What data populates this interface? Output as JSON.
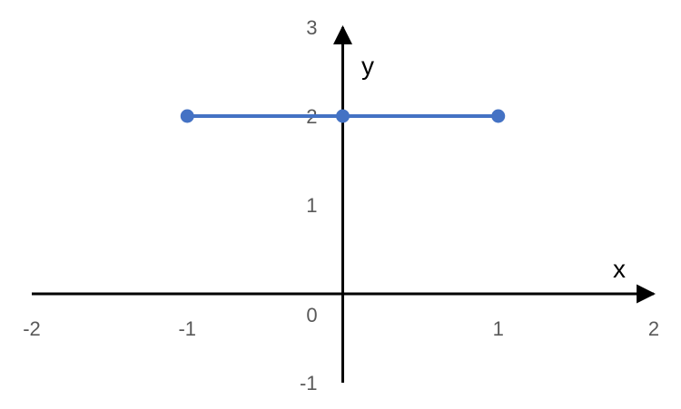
{
  "chart_data": {
    "type": "line",
    "title": "",
    "xlabel": "x",
    "ylabel": "y",
    "xlim": [
      -2,
      2
    ],
    "ylim": [
      -1,
      3
    ],
    "grid": false,
    "legend": "none",
    "x_ticks": [
      -2,
      -1,
      0,
      1,
      2
    ],
    "y_ticks": [
      -1,
      1,
      2,
      3
    ],
    "x_tick_labels": [
      "-2",
      "-1",
      "0",
      "1",
      "2"
    ],
    "y_tick_labels": [
      "-1",
      "1",
      "2",
      "3"
    ],
    "series": [
      {
        "x": [
          -1,
          0,
          1
        ],
        "y": [
          2,
          2,
          2
        ],
        "color": "#4472C4",
        "markers": true
      }
    ],
    "axis_color": "#000000",
    "tick_label_color": "#595959"
  }
}
